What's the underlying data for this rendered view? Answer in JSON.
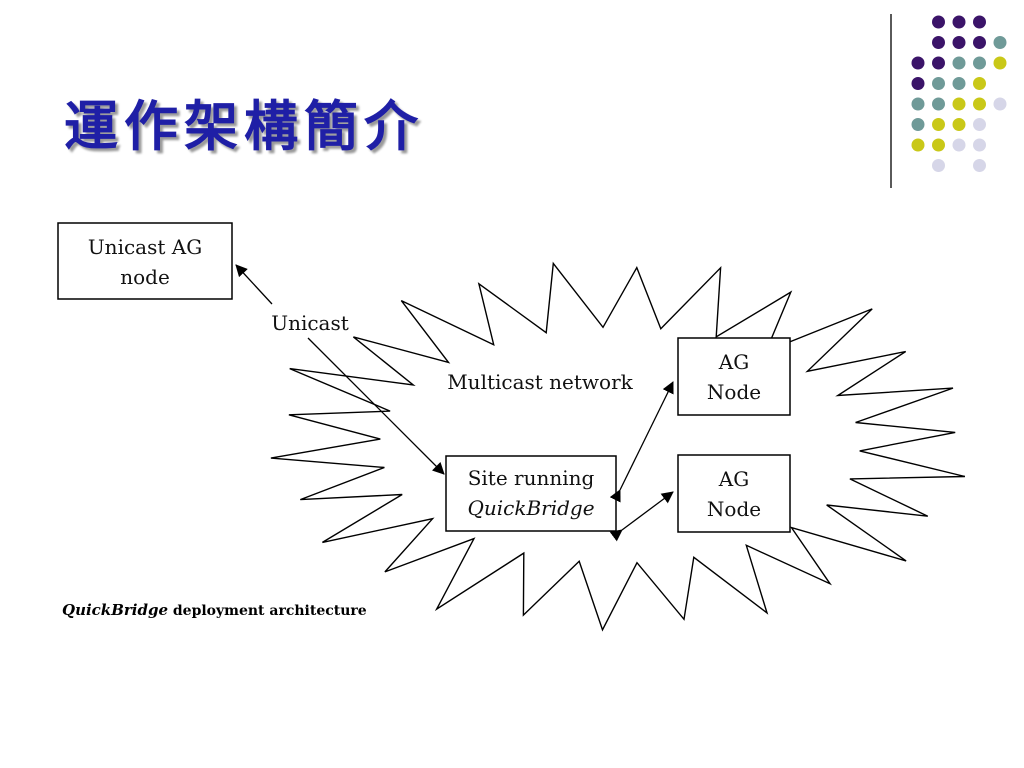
{
  "slide": {
    "title": "運作架構簡介"
  },
  "decoration": {
    "colors": {
      "purple": "#3b1469",
      "teal": "#6f9a98",
      "yellow": "#c9c818",
      "lavender": "#d6d6e8"
    }
  },
  "diagram": {
    "unicast_node": {
      "line1": "Unicast AG",
      "line2": "node"
    },
    "unicast_label": "Unicast",
    "multicast_label": "Multicast network",
    "site": {
      "line1": "Site running",
      "line2": "QuickBridge"
    },
    "ag_node_1": {
      "line1": "AG",
      "line2": "Node"
    },
    "ag_node_2": {
      "line1": "AG",
      "line2": "Node"
    },
    "caption": {
      "strong": "QuickBridge",
      "rest": " deployment architecture"
    }
  }
}
